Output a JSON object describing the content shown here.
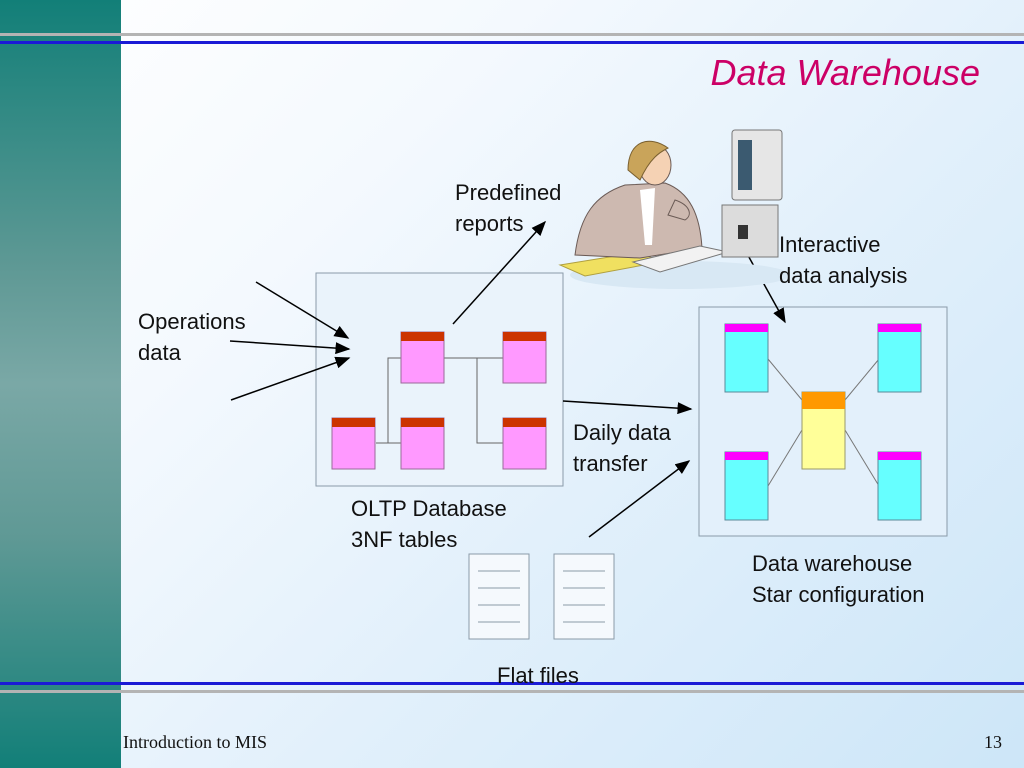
{
  "slide": {
    "title": "Data Warehouse",
    "footer_left": "Introduction to MIS",
    "page_number": "13"
  },
  "labels": {
    "operations": "Operations\ndata",
    "predefined_reports": "Predefined\nreports",
    "interactive_analysis": "Interactive\ndata analysis",
    "daily_transfer": "Daily data\ntransfer",
    "oltp": "OLTP Database\n3NF tables",
    "warehouse": "Data warehouse\nStar configuration",
    "flat_files": "Flat files"
  },
  "colors": {
    "title": "#cc0066",
    "oltp_header": "#cc3300",
    "oltp_body": "#ff99ff",
    "dim_header": "#ff00ff",
    "dim_body": "#66ffff",
    "fact_header": "#ff9900",
    "fact_body": "#ffff99",
    "rule_blue": "#1a1ad6",
    "sidebar": "#127f78"
  },
  "illustration": "person-at-computer-clipart"
}
